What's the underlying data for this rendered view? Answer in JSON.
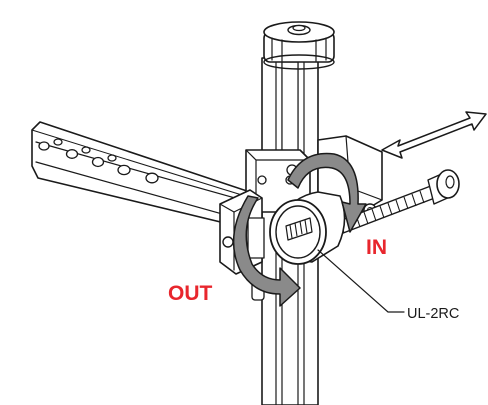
{
  "labels": {
    "in": "IN",
    "out": "OUT",
    "part": "UL-2RC"
  },
  "colors": {
    "callout_red": "#e8262d",
    "arrow_gray": "#6f6f6f",
    "ink": "#1a1a1a"
  }
}
